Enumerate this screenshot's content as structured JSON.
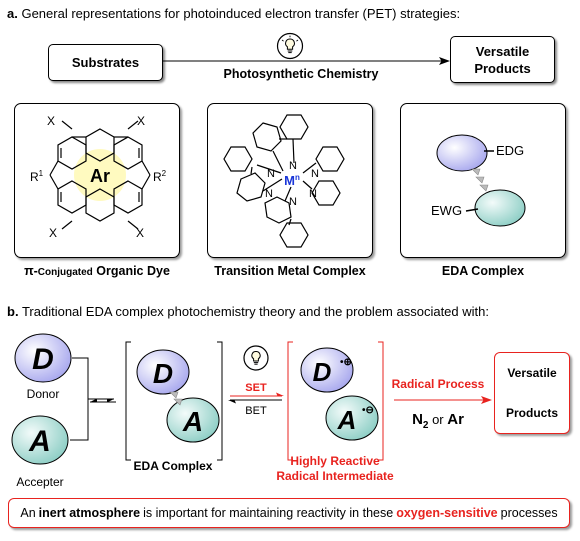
{
  "section_a": {
    "label": "a.",
    "title": "General representations for photoinduced electron transfer (PET) strategies:",
    "substrates": "Substrates",
    "products_line1": "Versatile",
    "products_line2": "Products",
    "arrow_label": "Photosynthetic Chemistry",
    "panels": {
      "dye": {
        "caption_symbol": "π-",
        "caption_small": "Conjugated",
        "caption_rest": " Organic Dye",
        "ar": "Ar",
        "x": "X",
        "r1": "R",
        "r1_sup": "1",
        "r2": "R",
        "r2_sup": "2"
      },
      "metal": {
        "caption": "Transition Metal Complex",
        "metal": "M",
        "metal_sup": "n",
        "n": "N"
      },
      "eda": {
        "caption": "EDA Complex",
        "edg": "EDG",
        "ewg": "EWG"
      }
    }
  },
  "section_b": {
    "label": "b.",
    "title": "Traditional EDA complex photochemistry theory and the problem associated with:",
    "donor_letter": "D",
    "donor_label": "Donor",
    "acceptor_letter": "A",
    "acceptor_label": "Accepter",
    "eda_label": "EDA Complex",
    "set": "SET",
    "bet": "BET",
    "radical_d": "D",
    "radical_a": "A",
    "intermediate_line1": "Highly Reactive",
    "intermediate_line2": "Radical Intermediate",
    "process_label": "Radical Process",
    "n2": "N",
    "n2_sub": "2",
    "or": " or ",
    "ar": "Ar",
    "products_line1": "Versatile",
    "products_line2": "Products",
    "note_pre": "An ",
    "note_bold": "inert atmosphere",
    "note_mid": " is important for maintaining reactivity in these ",
    "note_red": "oxygen-sensitive",
    "note_post": " processes"
  },
  "colors": {
    "accent_red": "#e8231f",
    "donor_purple": "#c9c9f5",
    "acceptor_teal": "#b9e2dc",
    "metal_blue": "#1a36d8",
    "ar_yellow": "#fffac0"
  },
  "icons": [
    "lightbulb-icon"
  ]
}
